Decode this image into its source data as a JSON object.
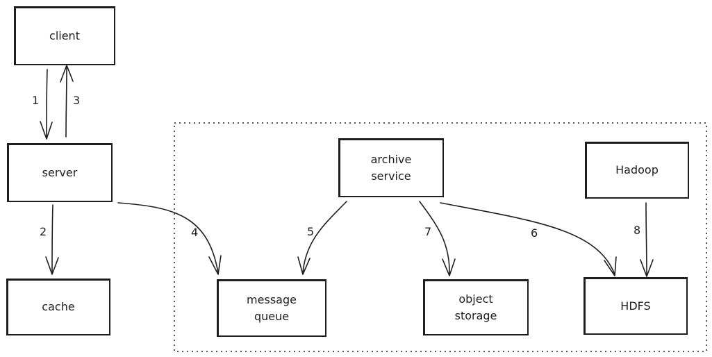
{
  "nodes": {
    "client": "client",
    "server": "server",
    "cache": "cache",
    "message_queue": "message\nqueue",
    "archive_service": "archive\nservice",
    "object_storage": "object\nstorage",
    "hadoop": "Hadoop",
    "hdfs": "HDFS"
  },
  "edges": {
    "e1": "1",
    "e2": "2",
    "e3": "3",
    "e4": "4",
    "e5": "5",
    "e6": "6",
    "e7": "7",
    "e8": "8"
  },
  "colors": {
    "stroke": "#1e1e1e",
    "background": "#ffffff"
  }
}
